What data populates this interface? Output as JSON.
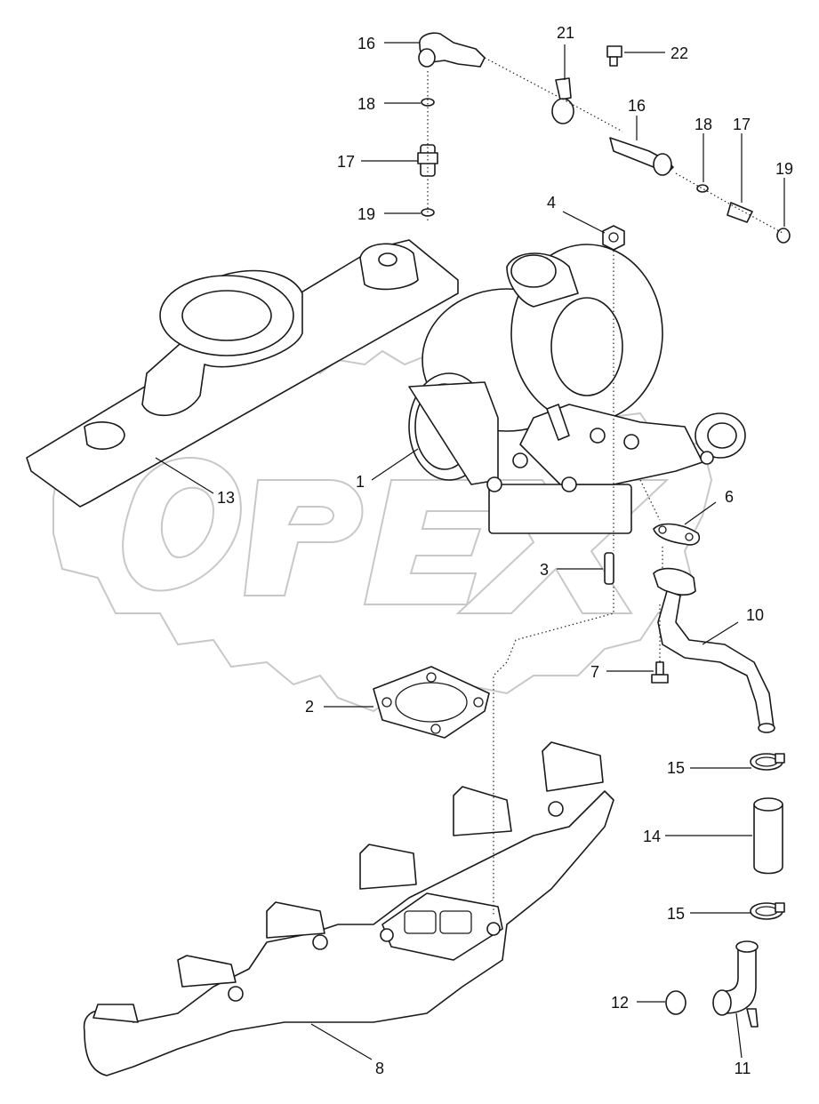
{
  "watermark": {
    "text": "OPEX"
  },
  "callouts": [
    {
      "id": "c1",
      "label": "1"
    },
    {
      "id": "c2",
      "label": "2"
    },
    {
      "id": "c3",
      "label": "3"
    },
    {
      "id": "c4",
      "label": "4"
    },
    {
      "id": "c6",
      "label": "6"
    },
    {
      "id": "c7",
      "label": "7"
    },
    {
      "id": "c8",
      "label": "8"
    },
    {
      "id": "c10",
      "label": "10"
    },
    {
      "id": "c11",
      "label": "11"
    },
    {
      "id": "c12",
      "label": "12"
    },
    {
      "id": "c13",
      "label": "13"
    },
    {
      "id": "c14",
      "label": "14"
    },
    {
      "id": "c15a",
      "label": "15"
    },
    {
      "id": "c15b",
      "label": "15"
    },
    {
      "id": "c16a",
      "label": "16"
    },
    {
      "id": "c16b",
      "label": "16"
    },
    {
      "id": "c17a",
      "label": "17"
    },
    {
      "id": "c17b",
      "label": "17"
    },
    {
      "id": "c18a",
      "label": "18"
    },
    {
      "id": "c18b",
      "label": "18"
    },
    {
      "id": "c19a",
      "label": "19"
    },
    {
      "id": "c19b",
      "label": "19"
    },
    {
      "id": "c21",
      "label": "21"
    },
    {
      "id": "c22",
      "label": "22"
    }
  ]
}
